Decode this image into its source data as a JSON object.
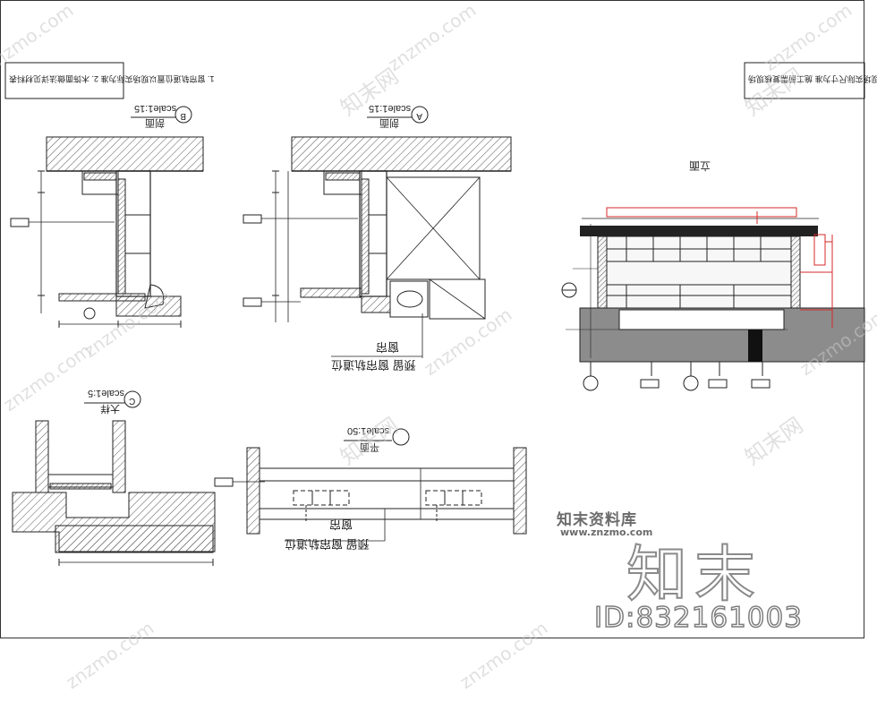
{
  "drawings": {
    "section_b": {
      "title": "剖面",
      "scale": "scale1:15",
      "marker": "B"
    },
    "section_a": {
      "title": "剖面",
      "scale": "scale1:15",
      "marker": "A"
    },
    "detail_c": {
      "title": "大样",
      "scale": "scale1:5",
      "marker": "C"
    },
    "plan": {
      "title": "平面",
      "scale": "scale1:50",
      "marker": ""
    },
    "elevation": {
      "title": "立面"
    },
    "callout_curtain": "窗帘",
    "callout_reserve": "预留 窗帘轨道位",
    "note_left": "1. 窗帘轨道位置以现场实际为准\n2. 木饰面做法详见材料表",
    "note_right": "注：\n图中尺寸以现场实际尺寸为准\n施工前需复核现场"
  },
  "watermark": {
    "site_text": "znzmo.com",
    "brand_cn": "知末资料库",
    "brand_url": "www.znzmo.com",
    "logo": "知末",
    "small_logo": "知末网",
    "id": "ID:832161003"
  },
  "colors": {
    "line": "#222222",
    "hatch": "#555555",
    "red": "#d42a2a",
    "ceiling_fill": "#ececec",
    "floor_gray": "#8c8c8c",
    "watermark": "#c8c8c8"
  }
}
